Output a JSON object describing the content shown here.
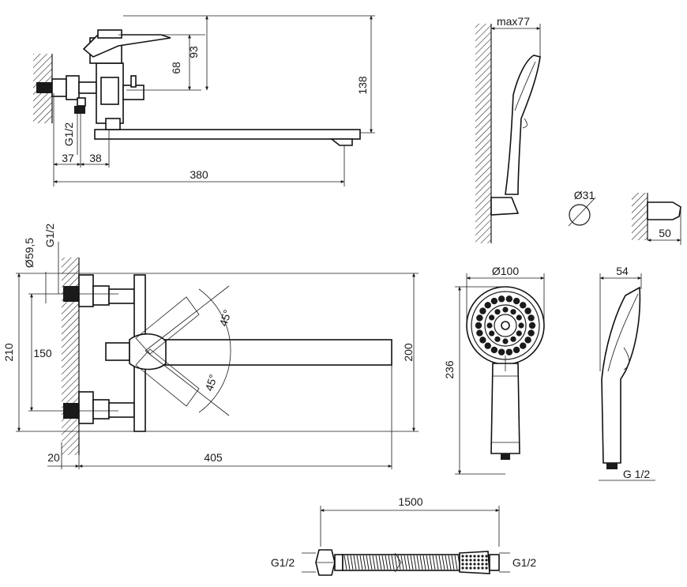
{
  "dimensions": {
    "top_side": {
      "d68": "68",
      "d93": "93",
      "d138": "138",
      "g12": "G1/2",
      "d37": "37",
      "d38": "38",
      "d380": "380"
    },
    "hand_side": {
      "max77": "max77"
    },
    "holder": {
      "d31": "Ø31",
      "d50": "50"
    },
    "top_view": {
      "d59": "Ø59,5",
      "g12": "G1/2",
      "d210": "210",
      "d150": "150",
      "a45a": "45°",
      "a45b": "45°",
      "d200": "200",
      "d20": "20",
      "d405": "405"
    },
    "shower_front": {
      "d100": "Ø100",
      "d236": "236"
    },
    "shower_side": {
      "d54": "54",
      "g12": "G 1/2"
    },
    "hose": {
      "d1500": "1500",
      "g12l": "G1/2",
      "g12r": "G1/2"
    }
  }
}
